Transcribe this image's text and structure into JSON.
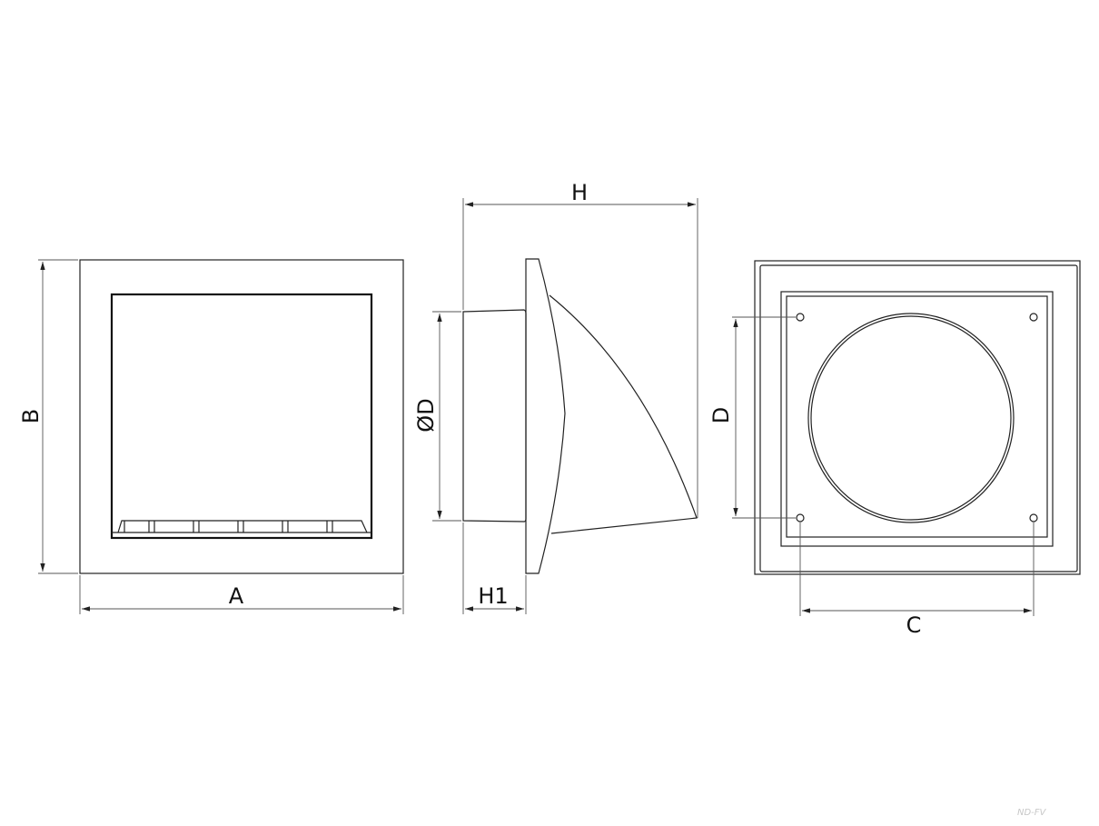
{
  "title": "Ventilation hood dimension drawing",
  "views": {
    "front": {
      "dim_width": "A",
      "dim_height": "B"
    },
    "side": {
      "dim_depth": "H",
      "dim_flange": "H1",
      "dim_diameter": "ØD"
    },
    "rear": {
      "dim_hole_spacing_h": "C",
      "dim_hole_spacing_v": "D"
    }
  },
  "watermark": "ND-FV"
}
